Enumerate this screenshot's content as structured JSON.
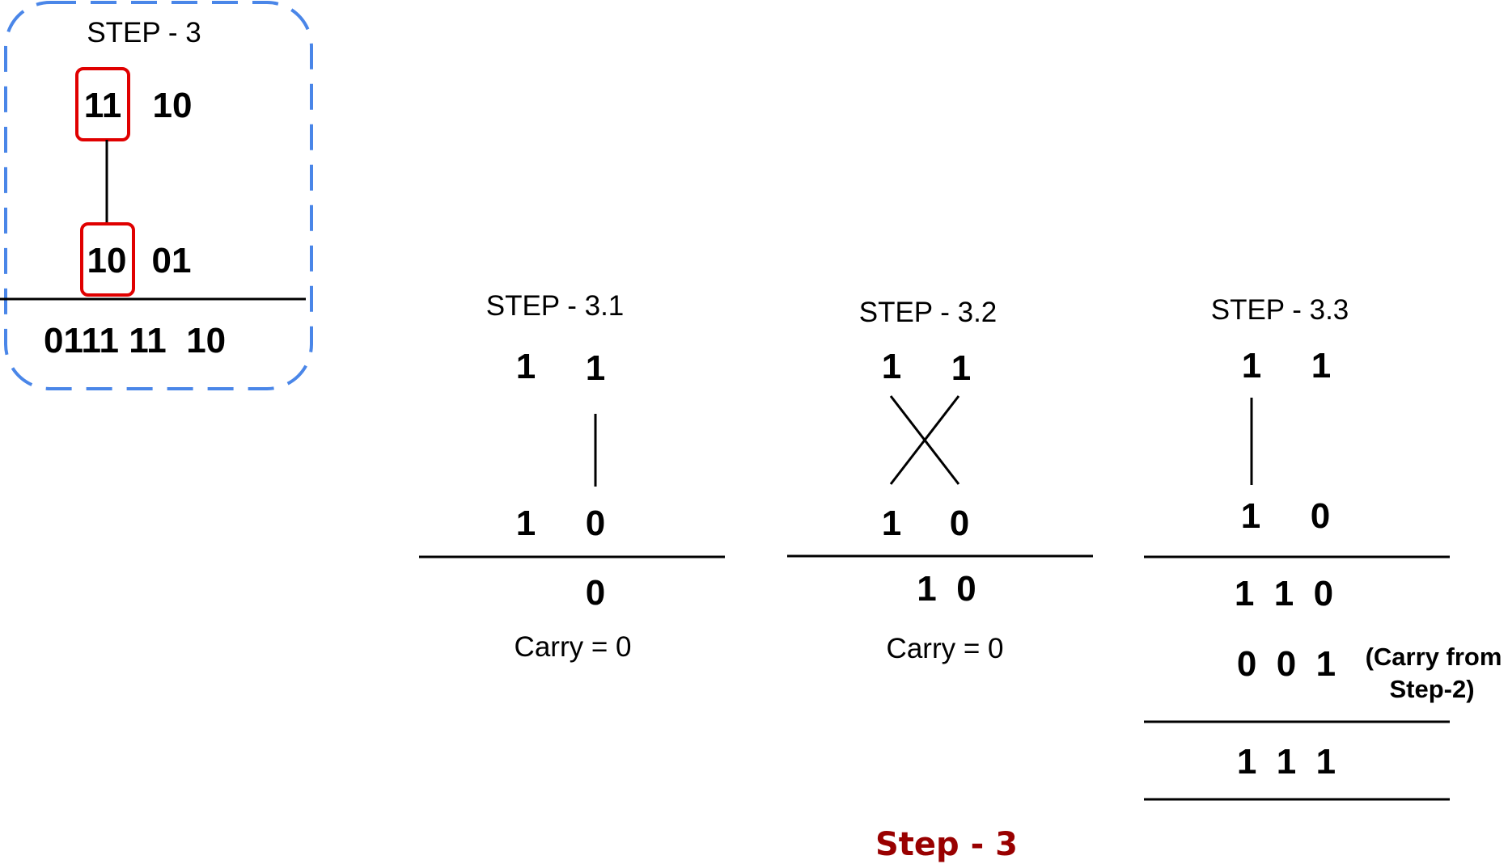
{
  "colors": {
    "dashed_box": "#4a86e8",
    "highlight_box": "#e00000",
    "caption": "#990000"
  },
  "step3_box": {
    "title": "STEP - 3",
    "top_left": "11",
    "top_right": "10",
    "bottom_left": "10",
    "bottom_right": "01",
    "result": "0111 11  10"
  },
  "step31": {
    "title": "STEP - 3.1",
    "top": [
      "1",
      "1"
    ],
    "bottom": [
      "1",
      "0"
    ],
    "result": "0",
    "carry": "Carry = 0"
  },
  "step32": {
    "title": "STEP - 3.2",
    "top": [
      "1",
      "1"
    ],
    "bottom": [
      "1",
      "0"
    ],
    "result": "1  0",
    "carry": "Carry = 0"
  },
  "step33": {
    "title": "STEP - 3.3",
    "top": [
      "1",
      "1"
    ],
    "bottom": [
      "1",
      "0"
    ],
    "partial": "1  1  0",
    "carry_row": "0  0  1",
    "carry_note_line1": "(Carry from",
    "carry_note_line2": "Step-2)",
    "sum": "1  1  1"
  },
  "caption": "Step - 3"
}
